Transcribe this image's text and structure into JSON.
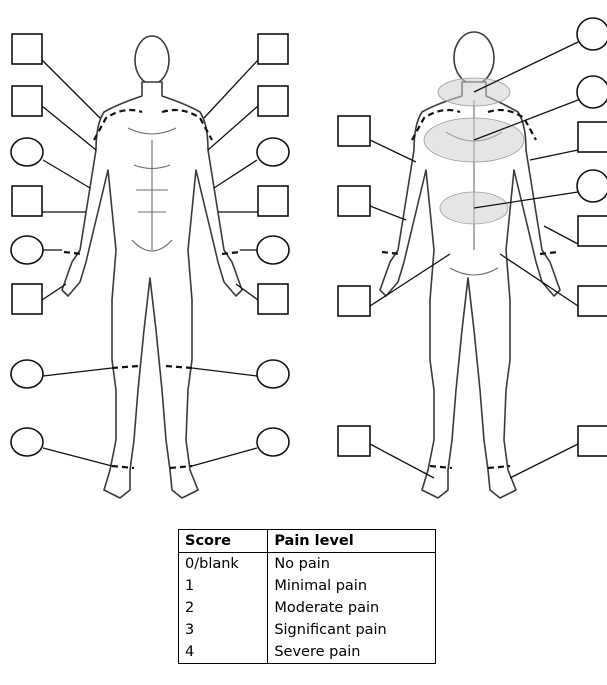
{
  "figure": {
    "front_markers": [
      "box",
      "box",
      "circle",
      "box",
      "circle",
      "box",
      "circle",
      "circle"
    ],
    "back_markers": [
      "circle",
      "circle",
      "box",
      "circle",
      "box",
      "box",
      "box",
      "box"
    ]
  },
  "table": {
    "headers": [
      "Score",
      "Pain level"
    ],
    "rows": [
      [
        "0/blank",
        "No pain"
      ],
      [
        "1",
        "Minimal pain"
      ],
      [
        "2",
        "Moderate pain"
      ],
      [
        "3",
        "Significant pain"
      ],
      [
        "4",
        "Severe pain"
      ]
    ]
  }
}
